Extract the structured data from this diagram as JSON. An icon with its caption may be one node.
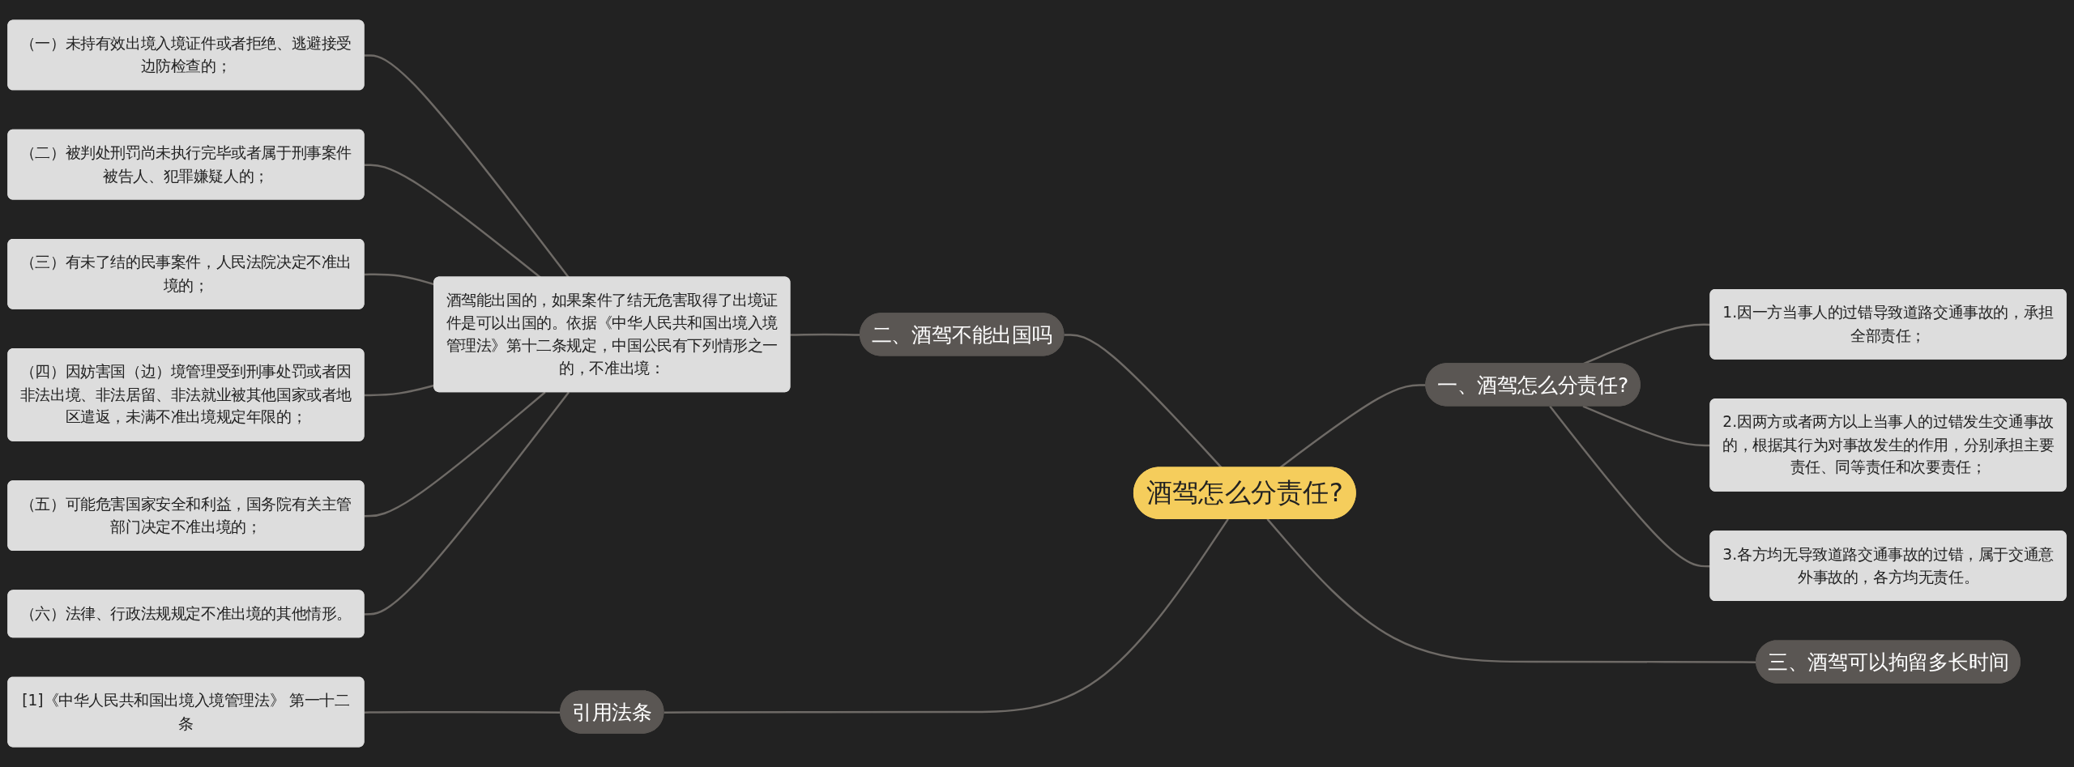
{
  "diagram": {
    "nodes": [
      {
        "text": [
          "酒驾怎么分责任?"
        ]
      },
      {
        "text": [
          "一、酒驾怎么分责任?"
        ]
      },
      {
        "text": [
          "1.因一方当事人的过错导致道路交通事故的，承担全部责任；"
        ]
      },
      {
        "text": [
          "2.因两方或者两方以上当事人的过错发生交通事故的，根据其行为对事故发生的作用，分别承担主要责任、同等责任和次要责任；"
        ]
      },
      {
        "text": [
          "3.各方均无导致道路交通事故的过错，属于交通意外事故的，各方均无责任。"
        ]
      },
      {
        "text": [
          "二、酒驾不能出国吗"
        ]
      },
      {
        "text": [
          "酒驾能出国的，如果案件了结无危害取得了出境证件是可以出国的。依据《中华人民共和国出境入境管理法》第十二条规定，中国公民有下列情形之一的，不准出境："
        ]
      },
      {
        "text": [
          "（一）未持有效出境入境证件或者拒绝、逃避接受边防检查的；"
        ]
      },
      {
        "text": [
          "（二）被判处刑罚尚未执行完毕或者属于刑事案件被告人、犯罪嫌疑人的；"
        ]
      },
      {
        "text": [
          "（三）有未了结的民事案件，人民法院决定不准出境的；"
        ]
      },
      {
        "text": [
          "（四）因妨害国（边）境管理受到刑事处罚或者因非法出境、非法居留、非法就业被其他国家或者地区遣返，未满不准出境规定年限的；"
        ]
      },
      {
        "text": [
          "（五）可能危害国家安全和利益，国务院有关主管部门决定不准出境的；"
        ]
      },
      {
        "text": [
          "（六）法律、行政法规规定不准出境的其他情形。"
        ]
      },
      {
        "text": [
          "三、酒驾可以拘留多长时间"
        ]
      },
      {
        "text": [
          "引用法条"
        ]
      },
      {
        "text": [
          "[1]《中华人民共和国出境入境管理法》 第一十二条"
        ]
      }
    ],
    "edges": [
      {
        "from": 0,
        "to": 1,
        "arrow": "none"
      },
      {
        "from": 1,
        "to": 2,
        "arrow": "none"
      },
      {
        "from": 1,
        "to": 3,
        "arrow": "none"
      },
      {
        "from": 1,
        "to": 4,
        "arrow": "none"
      },
      {
        "from": 5,
        "to": 0,
        "arrow": "none"
      },
      {
        "from": 6,
        "to": 5,
        "arrow": "none"
      },
      {
        "from": 7,
        "to": 6,
        "arrow": "none"
      },
      {
        "from": 8,
        "to": 6,
        "arrow": "none"
      },
      {
        "from": 9,
        "to": 6,
        "arrow": "none"
      },
      {
        "from": 10,
        "to": 6,
        "arrow": "none"
      },
      {
        "from": 11,
        "to": 6,
        "arrow": "none"
      },
      {
        "from": 12,
        "to": 6,
        "arrow": "none"
      },
      {
        "from": 0,
        "to": 13,
        "arrow": "none"
      },
      {
        "from": 14,
        "to": 0,
        "arrow": "none"
      },
      {
        "from": 15,
        "to": 14,
        "arrow": "none"
      }
    ]
  }
}
